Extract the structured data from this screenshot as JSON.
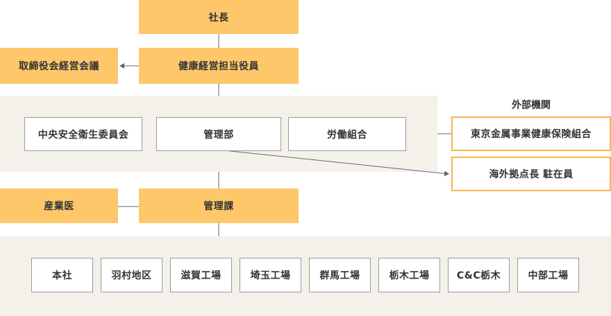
{
  "top": {
    "president": "社長",
    "officer": "健康経営担当役員",
    "board": "取締役会経営会議"
  },
  "committee": {
    "items": [
      "中央安全衛生委員会",
      "管理部",
      "労働組合"
    ]
  },
  "external": {
    "heading": "外部機関",
    "items": [
      "東京金属事業健康保険組合",
      "海外拠点長 駐在員"
    ]
  },
  "middle": {
    "doctor": "産業医",
    "section": "管理課"
  },
  "sites": {
    "items": [
      "本社",
      "羽村地区",
      "滋賀工場",
      "埼玉工場",
      "群馬工場",
      "栃木工場",
      "C&C栃木",
      "中部工場"
    ]
  },
  "colors": {
    "accent": "#fdc76a",
    "accent_border": "#f7b44d",
    "band": "#f4f1ea",
    "line": "#666666"
  }
}
